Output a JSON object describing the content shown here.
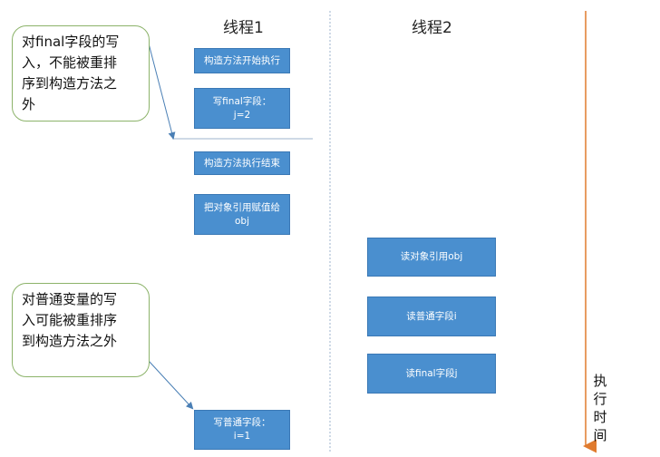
{
  "columns": {
    "thread1": "线程1",
    "thread2": "线程2"
  },
  "thread1_steps": [
    "构造方法开始执行",
    "写final字段：\nj=2",
    "构造方法执行结束",
    "把对象引用赋值给\nobj",
    "写普通字段：\ni=1"
  ],
  "thread2_steps": [
    "读对象引用obj",
    "读普通字段i",
    "读final字段j"
  ],
  "notes": {
    "final_note": "对final字段的写\n入，不能被重排\n序到构造方法之\n外",
    "normal_note": "对普通变量的写\n入可能被重排序\n到构造方法之外"
  },
  "timeline": {
    "label": "执行时间"
  },
  "colors": {
    "box_fill": "#4a8fcf",
    "note_border": "#8cb36a",
    "timeline_arrow": "#e07b2e",
    "connector": "#4a7fb5",
    "divider": "#9db3cc"
  }
}
